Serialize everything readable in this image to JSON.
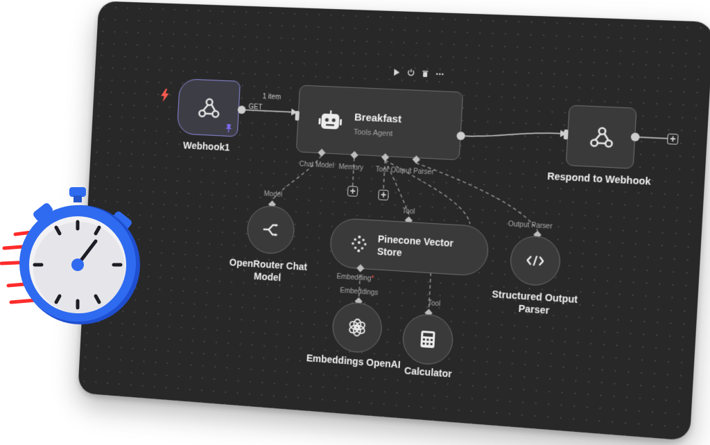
{
  "colors": {
    "canvas": "#282828",
    "node": "#3a3a3a",
    "node_border": "#6e6e6e",
    "selected_border": "#8f8de0",
    "trigger_bolt": "#ff5a4f",
    "pin": "#7c6cf0",
    "required_dot": "#ff5a4f",
    "stopwatch_blue": "#2f6bf0",
    "speed_lines": "#ff2b2b"
  },
  "toolbar": {
    "items": [
      {
        "name": "play-icon",
        "glyph": "▶"
      },
      {
        "name": "power-icon",
        "glyph": "⏻"
      },
      {
        "name": "trash-icon",
        "glyph": "🗑"
      },
      {
        "name": "more-icon",
        "glyph": "•••"
      }
    ]
  },
  "nodes": {
    "webhook": {
      "label": "Webhook1",
      "icon": "webhook-icon"
    },
    "agent": {
      "title": "Breakfast",
      "subtitle": "Tools Agent",
      "icon": "robot-icon"
    },
    "respond": {
      "label": "Respond to Webhook",
      "icon": "webhook-icon"
    },
    "openrouter": {
      "label_line1": "OpenRouter Chat",
      "label_line2": "Model",
      "icon": "openrouter-icon"
    },
    "pinecone": {
      "title_line1": "Pinecone Vector",
      "title_line2": "Store",
      "icon": "pinecone-icon"
    },
    "parser": {
      "label_line1": "Structured Output",
      "label_line2": "Parser",
      "icon": "code-icon"
    },
    "embeddings": {
      "label": "Embeddings OpenAI",
      "icon": "openai-icon"
    },
    "calculator": {
      "label": "Calculator",
      "icon": "calculator-icon"
    }
  },
  "connections": {
    "webhook_out": {
      "method": "GET",
      "count": "1 item"
    },
    "agent_inputs": {
      "chat_model": "Chat Model",
      "memory": "Memory",
      "tool": "Tool",
      "output_parser": "Output Parser"
    },
    "openrouter_in": "Model",
    "pinecone_in": "Tool",
    "pinecone_embedding": "Embedding",
    "pinecone_required": "*",
    "parser_in": "Output Parser",
    "embeddings_in": "Embeddings",
    "calculator_in": "Tool"
  }
}
